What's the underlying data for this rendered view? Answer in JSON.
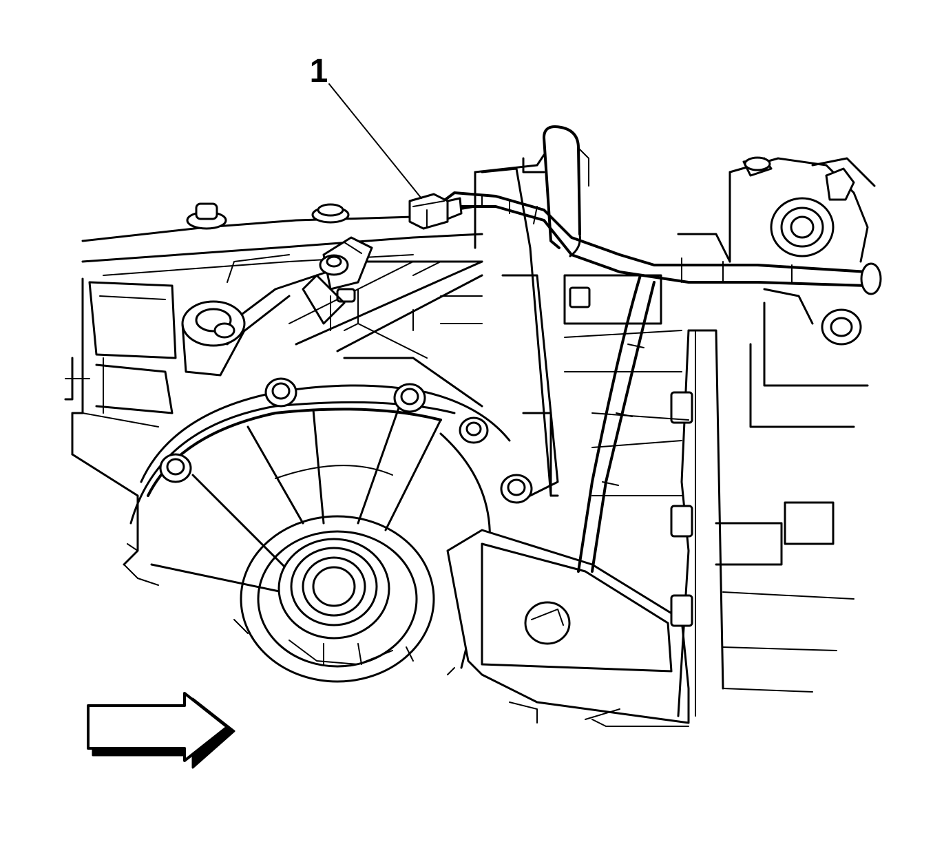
{
  "figure": {
    "callouts": [
      {
        "label": "1",
        "target": "harness-connector"
      }
    ],
    "arrow": {
      "direction": "right",
      "style": "outlined-3d"
    },
    "colors": {
      "line": "#000000",
      "background": "#ffffff"
    }
  }
}
